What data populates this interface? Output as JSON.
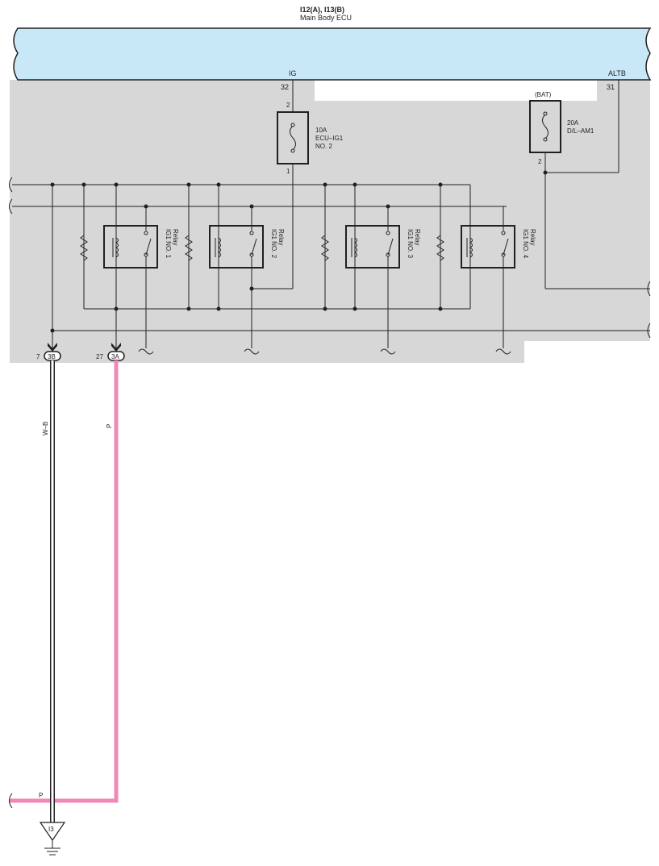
{
  "ecu": {
    "connector_label": "I12(A), I13(B)",
    "name": "Main Body ECU",
    "pins": {
      "ig_label": "IG",
      "ig_pin": "32",
      "altb_label": "ALTB",
      "altb_pin": "31"
    }
  },
  "fuses": {
    "ecu_ig1": {
      "rating": "10A",
      "name_line1": "ECU–IG1",
      "name_line2": "NO. 2",
      "pin_top": "2",
      "pin_bottom": "1"
    },
    "dl_am1": {
      "supply_label": "(BAT)",
      "rating": "20A",
      "name": "D/L–AM1",
      "pin_bottom": "2"
    }
  },
  "relays": [
    {
      "name": "IG1 NO. 1",
      "type": "Relay"
    },
    {
      "name": "IG1 NO. 2",
      "type": "Relay"
    },
    {
      "name": "IG1 NO. 3",
      "type": "Relay"
    },
    {
      "name": "IG1 NO. 4",
      "type": "Relay"
    }
  ],
  "connectors": [
    {
      "pin": "7",
      "code": "3B"
    },
    {
      "pin": "27",
      "code": "3A"
    }
  ],
  "wires": {
    "wb_label": "W–B",
    "p_label": "P",
    "p_bottom_label": "P"
  },
  "ground": {
    "code": "I3"
  },
  "colors": {
    "ecu_fill": "#c8e8f8",
    "internal_fill": "#d7d7d8",
    "wire_pink": "#f087b8",
    "line": "#231f20"
  }
}
